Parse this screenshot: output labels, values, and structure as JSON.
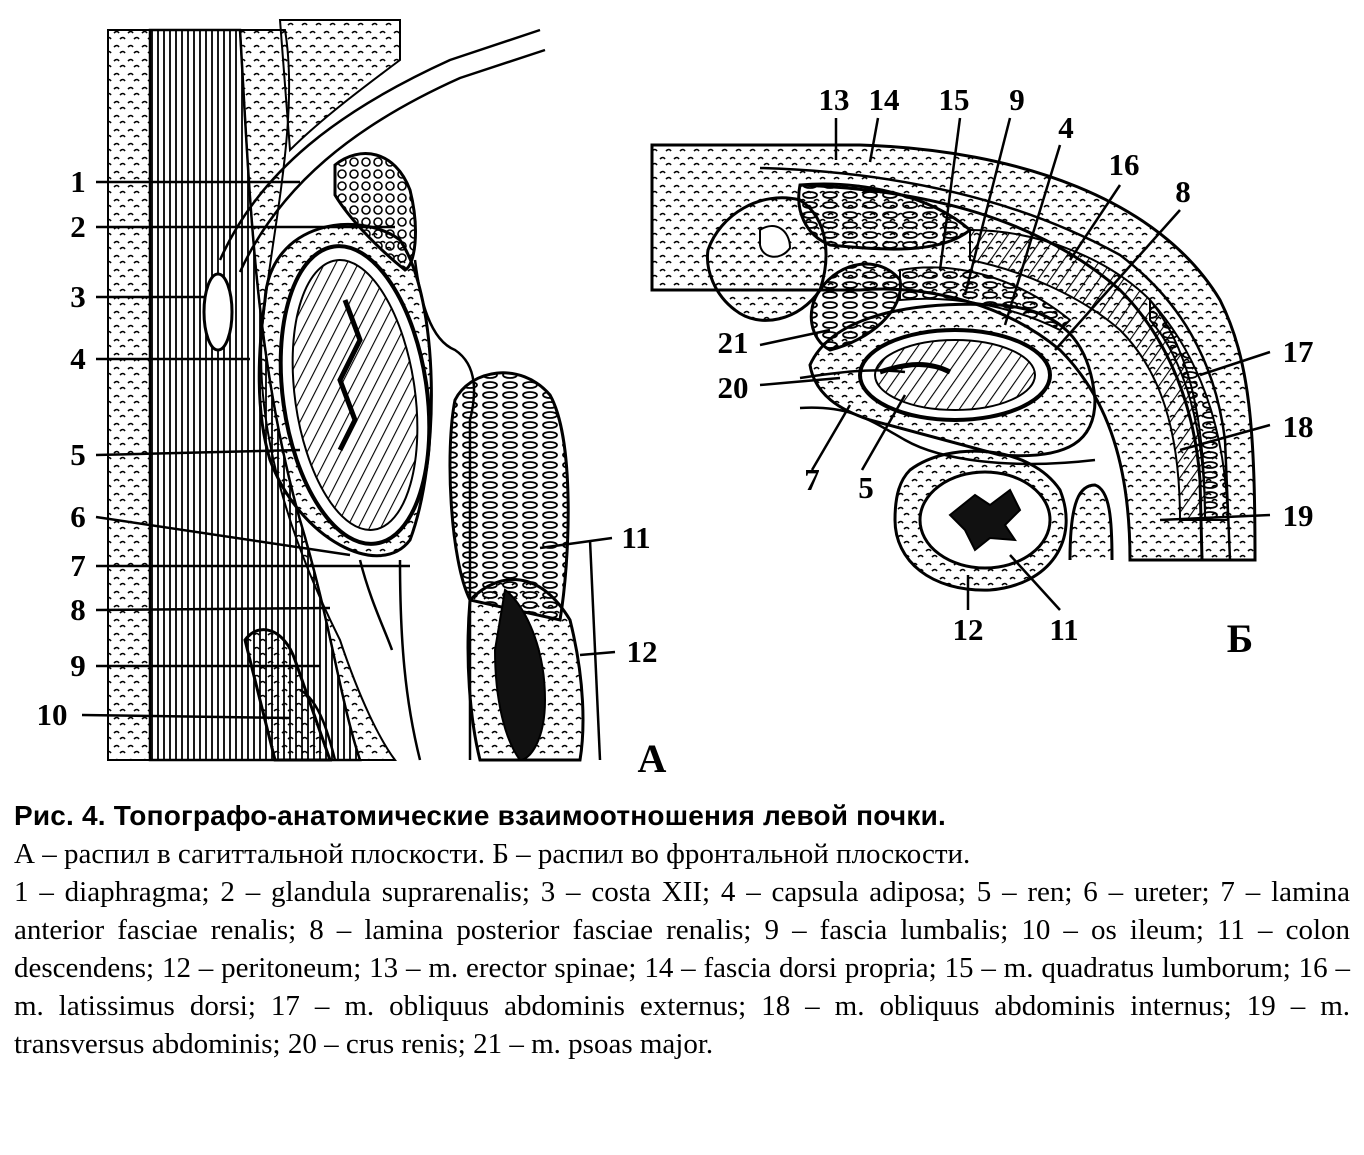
{
  "figure": {
    "panel_a": {
      "letter": "А",
      "labels": [
        "1",
        "2",
        "3",
        "4",
        "5",
        "6",
        "7",
        "8",
        "9",
        "10",
        "11",
        "12"
      ]
    },
    "panel_b": {
      "letter": "Б",
      "labels": [
        "13",
        "14",
        "15",
        "9",
        "4",
        "16",
        "8",
        "21",
        "17",
        "20",
        "18",
        "7",
        "5",
        "19",
        "12",
        "11"
      ]
    }
  },
  "caption": {
    "title": "Рис. 4. Топографо-анатомические взаимоотношения левой почки.",
    "subtitle": "А – распил в сагиттальной плоскости. Б – распил во фронтальной плоскости.",
    "legend": "1 – diaphragma; 2 – glandula suprarenalis; 3 – costa XII; 4 – capsula adiposa; 5 – ren; 6 – ureter; 7 – lamina anterior fasciae renalis; 8 – lamina posterior fasciae renalis; 9 – fascia lumbalis; 10 – os ileum; 11 – colon descendens; 12 – peritoneum; 13 – m. erector spinae; 14 – fascia dorsi propria; 15 – m. quadratus lumborum; 16 – m. latissimus dorsi;   17 – m. obliquus abdominis externus; 18 – m. obliquus abdominis internus; 19 – m. transversus abdominis; 20 – crus renis; 21 – m. psoas major."
  }
}
